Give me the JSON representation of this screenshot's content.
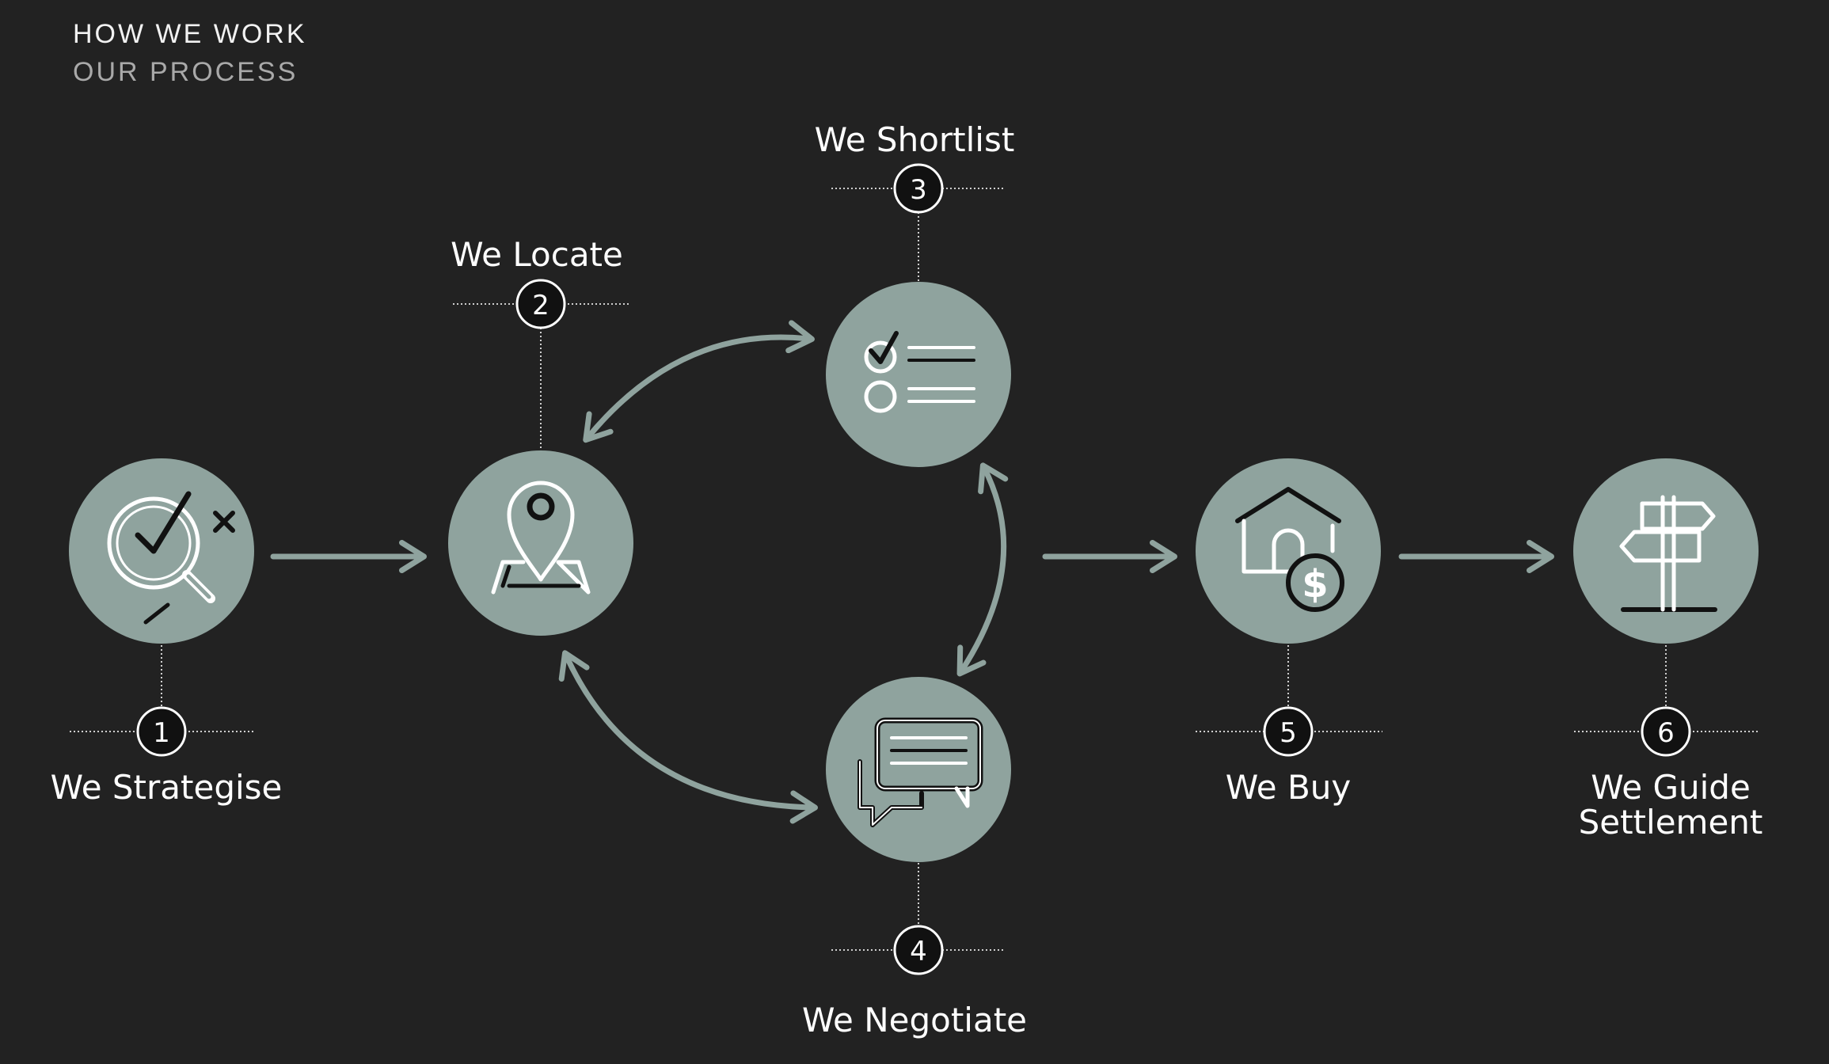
{
  "header": {
    "title": "HOW WE WORK",
    "subtitle": "OUR PROCESS"
  },
  "colors": {
    "background": "#222222",
    "circle_fill": "#8fa39e",
    "arrow": "#8fa39e",
    "icon_stroke": "#ffffff",
    "badge_fill": "#111111"
  },
  "steps": [
    {
      "number": "1",
      "label": "We Strategise",
      "icon": "magnifier-check-icon"
    },
    {
      "number": "2",
      "label": "We Locate",
      "icon": "map-pin-icon"
    },
    {
      "number": "3",
      "label": "We Shortlist",
      "icon": "checklist-icon"
    },
    {
      "number": "4",
      "label": "We Negotiate",
      "icon": "chat-bubbles-icon"
    },
    {
      "number": "5",
      "label": "We Buy",
      "icon": "house-dollar-icon"
    },
    {
      "number": "6",
      "label": "We Guide\nSettlement",
      "icon": "signpost-icon"
    }
  ]
}
